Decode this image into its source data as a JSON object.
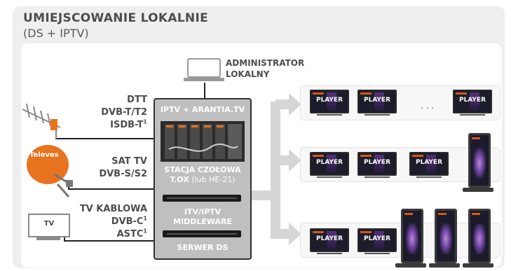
{
  "title": "UMIEJSCOWANIE LOKALNIE",
  "subtitle": "(DS + IPTV)",
  "admin": {
    "line1": "ADMINISTRATOR",
    "line2": "LOKALNY"
  },
  "sources": {
    "dtt": {
      "line1": "DTT",
      "line2": "DVB-T/T2",
      "line3": "ISDB-T",
      "sup3": "1"
    },
    "sat": {
      "line1": "SAT TV",
      "line2": "DVB-S/S2"
    },
    "cable": {
      "line1": "TV KABLOWA",
      "line2": "DVB-C",
      "sup2": "1",
      "line3": "ASTC",
      "sup3": "1"
    }
  },
  "dish_brand": "Televes",
  "tv_label": "TV",
  "headend": {
    "title": "IPTV + ARANTIA.TV",
    "station_line1": "STACJA CZOŁOWA",
    "station_line2_a": "T.OX",
    "station_line2_b": " (lub HE-21)",
    "middleware_line1": "ITV/IPTV",
    "middleware_line2": "MIDDLEWARE",
    "ds_server": "SERWER DS"
  },
  "player_label": "PLAYER",
  "ellipsis": "...",
  "colors": {
    "accent_orange": "#d4571b",
    "text_gray": "#4d4d4d",
    "arrow_gray": "#d6d6d6",
    "dish_orange": "#e8731e"
  }
}
